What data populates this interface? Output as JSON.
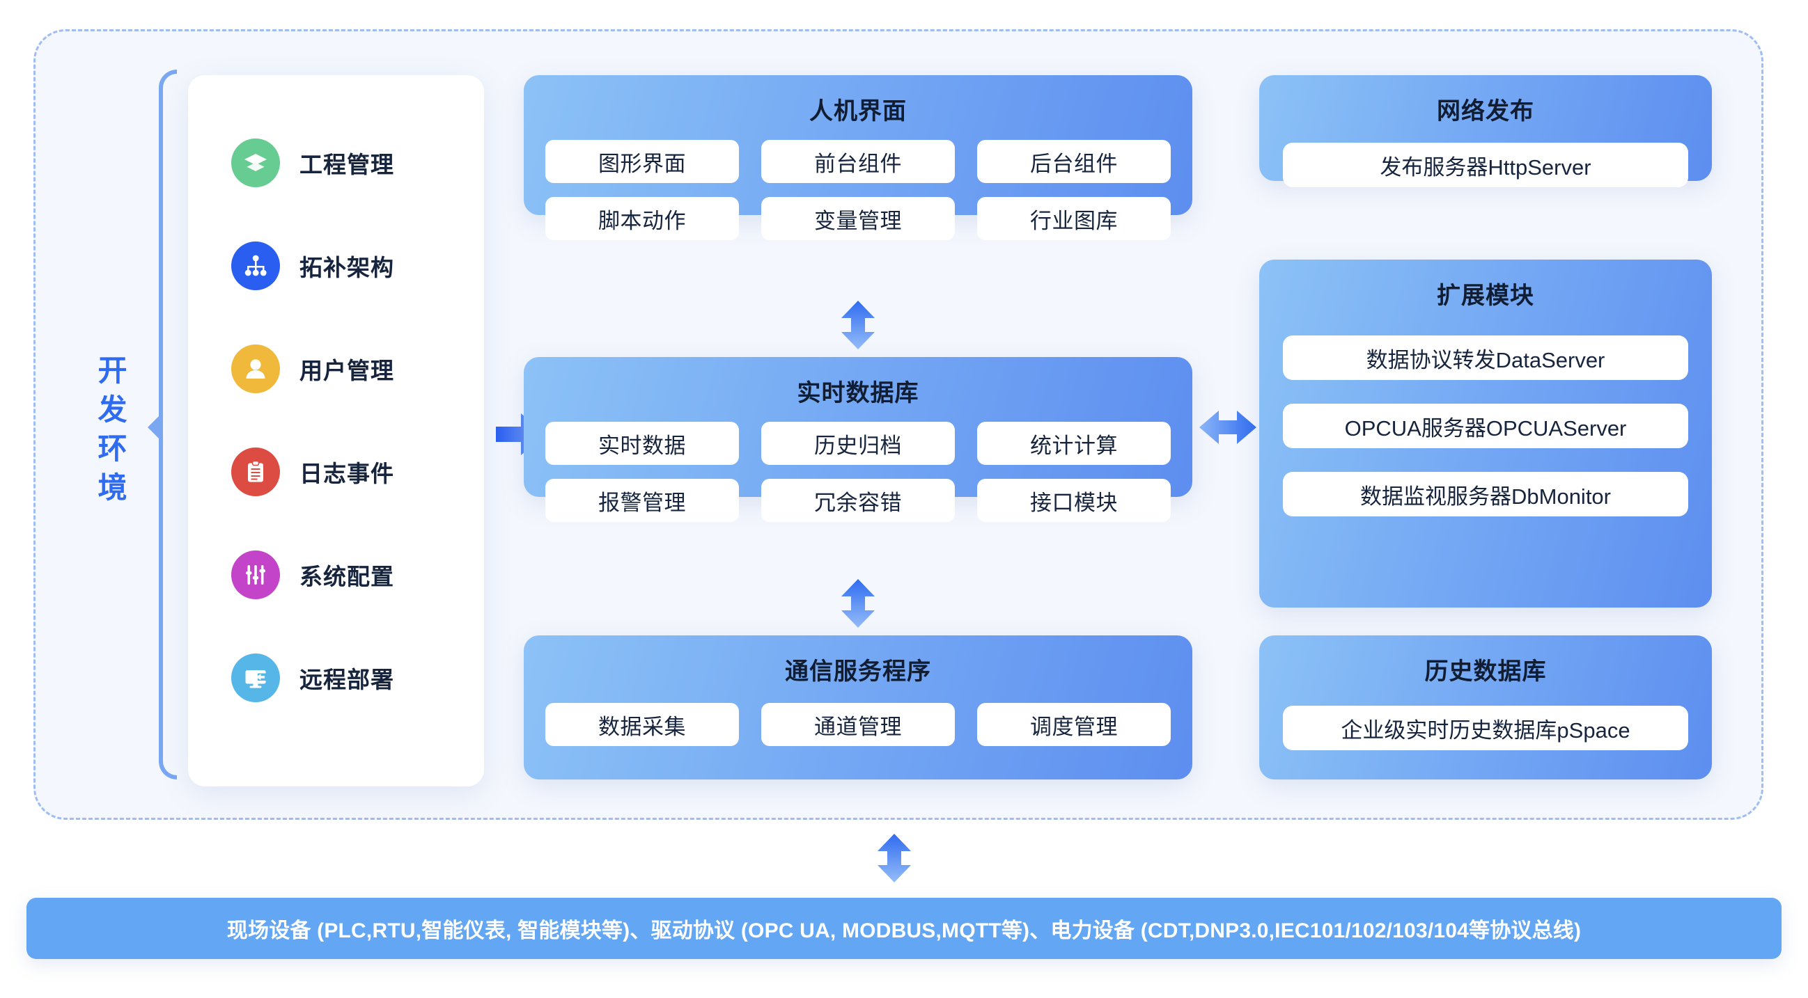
{
  "environment": {
    "label": "开发\n环境",
    "label_chars": "开发环境",
    "brace_color": "#7aa7f2",
    "label_color": "#2f6bf0"
  },
  "sidebar": {
    "items": [
      {
        "label": "工程管理",
        "icon": "layers-icon",
        "color": "#66cc92"
      },
      {
        "label": "拓补架构",
        "icon": "sitemap-icon",
        "color": "#2a5ef0"
      },
      {
        "label": "用户管理",
        "icon": "user-icon",
        "color": "#f0b93c"
      },
      {
        "label": "日志事件",
        "icon": "clipboard-log-icon",
        "color": "#dd4c42"
      },
      {
        "label": "系统配置",
        "icon": "sliders-icon",
        "color": "#c343c9"
      },
      {
        "label": "远程部署",
        "icon": "remote-desktop-icon",
        "color": "#56b6e8"
      }
    ]
  },
  "panels": {
    "hmi": {
      "title": "人机界面",
      "chips": [
        "图形界面",
        "前台组件",
        "后台组件",
        "脚本动作",
        "变量管理",
        "行业图库"
      ]
    },
    "rtdb": {
      "title": "实时数据库",
      "chips": [
        "实时数据",
        "历史归档",
        "统计计算",
        "报警管理",
        "冗余容错",
        "接口模块"
      ]
    },
    "comm": {
      "title": "通信服务程序",
      "chips": [
        "数据采集",
        "通道管理",
        "调度管理"
      ]
    },
    "web": {
      "title": "网络发布",
      "chips": [
        "发布服务器HttpServer"
      ]
    },
    "ext": {
      "title": "扩展模块",
      "chips": [
        "数据协议转发DataServer",
        "OPCUA服务器OPCUAServer",
        "数据监视服务器DbMonitor"
      ]
    },
    "hist": {
      "title": "历史数据库",
      "chips": [
        "企业级实时历史数据库pSpace"
      ]
    }
  },
  "connectors": {
    "sidebar_to_rtdb": "arrow-right-icon",
    "hmi_rtdb": "double-arrow-vertical-icon",
    "rtdb_comm": "double-arrow-vertical-icon",
    "rtdb_ext": "double-arrow-horizontal-icon",
    "comm_to_field": "double-arrow-vertical-icon"
  },
  "bottom_bar": {
    "text": "现场设备 (PLC,RTU,智能仪表, 智能模块等)、驱动协议 (OPC UA, MODBUS,MQTT等)、电力设备 (CDT,DNP3.0,IEC101/102/103/104等协议总线)",
    "background": "#63a6f3",
    "text_color": "#ffffff"
  },
  "theme": {
    "panel_gradient_from": "#8cc2f6",
    "panel_gradient_to": "#5d8ef0",
    "shell_background": "#f4f7fd",
    "shell_border": "#9fbdf4",
    "chip_background": "#ffffff",
    "title_color": "#101d33"
  }
}
